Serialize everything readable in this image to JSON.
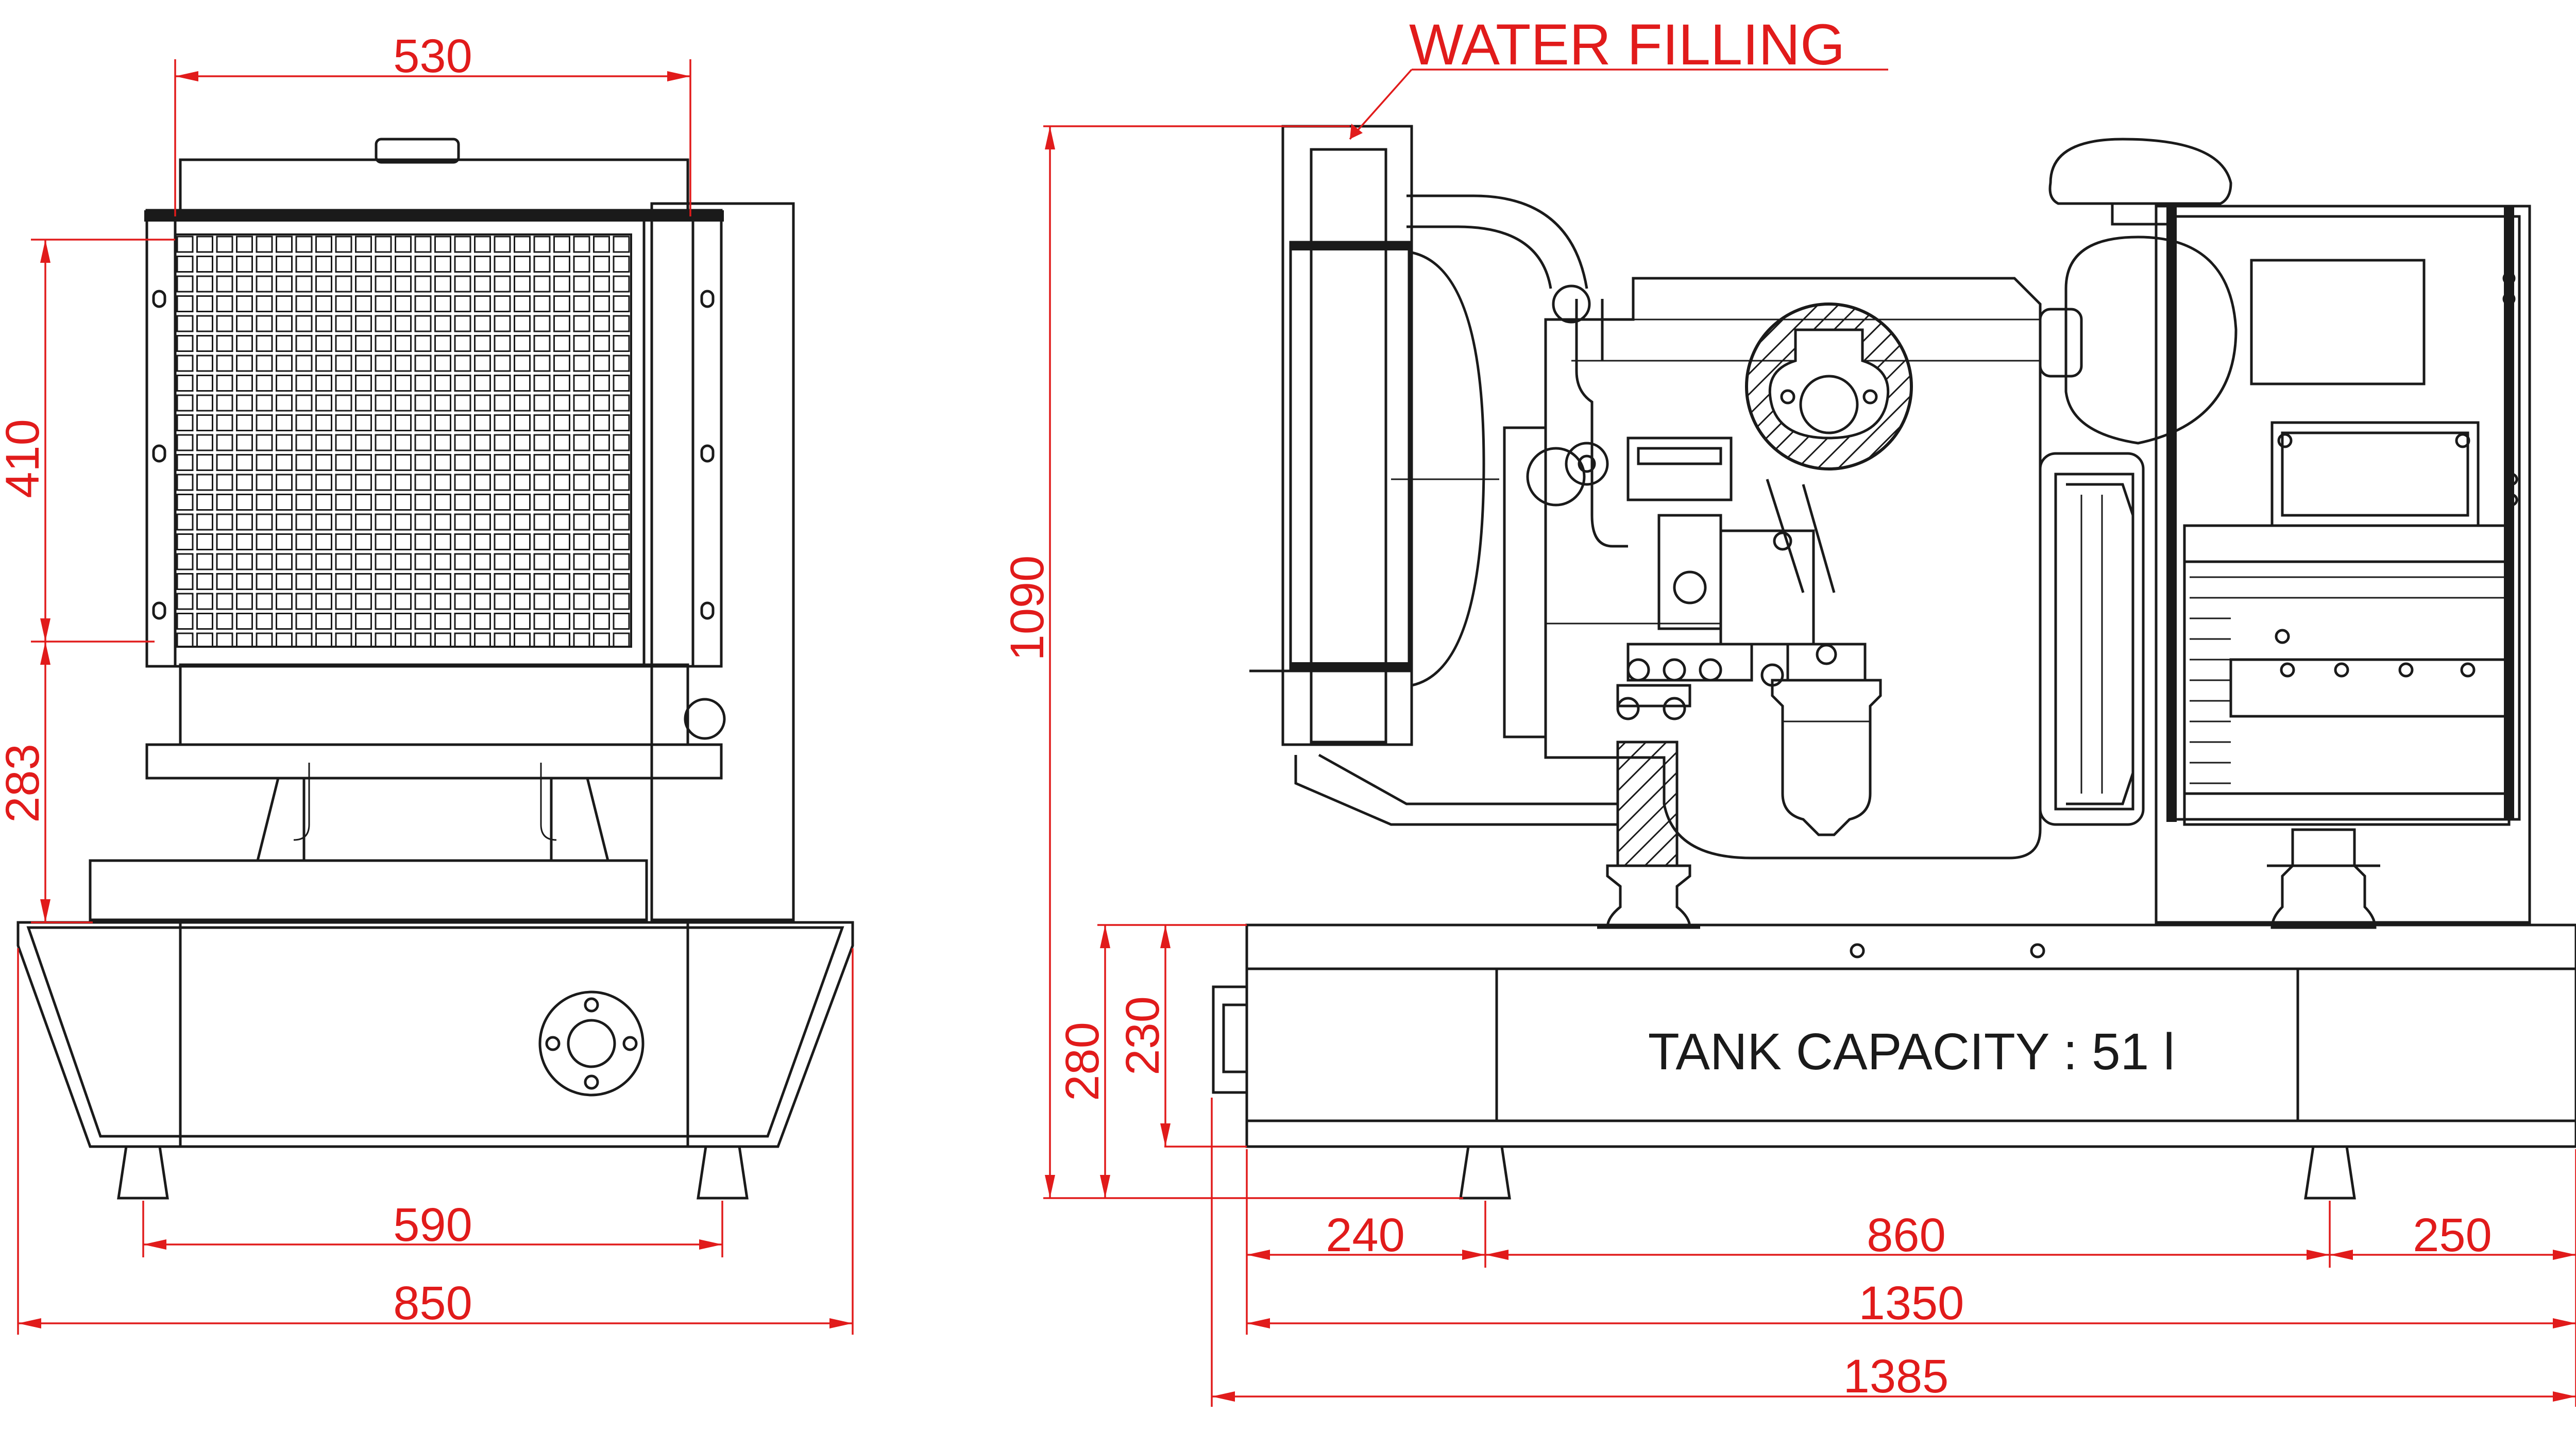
{
  "callout": {
    "water_filling": "WATER FILLING"
  },
  "tank": {
    "capacity_label": "TANK CAPACITY : 51 l"
  },
  "dimensions": {
    "front_top_width": "530",
    "front_radiator_height": "410",
    "front_mid_height": "283",
    "front_feet_span": "590",
    "front_total_width": "850",
    "side_total_height": "1090",
    "side_base_height": "280",
    "side_tank_height": "230",
    "side_front_offset": "240",
    "side_feet_span": "860",
    "side_rear_offset": "250",
    "side_base_length": "1350",
    "side_total_length": "1385"
  },
  "colors": {
    "ink": "#1a1a1a",
    "dimension": "#e11b1b"
  }
}
